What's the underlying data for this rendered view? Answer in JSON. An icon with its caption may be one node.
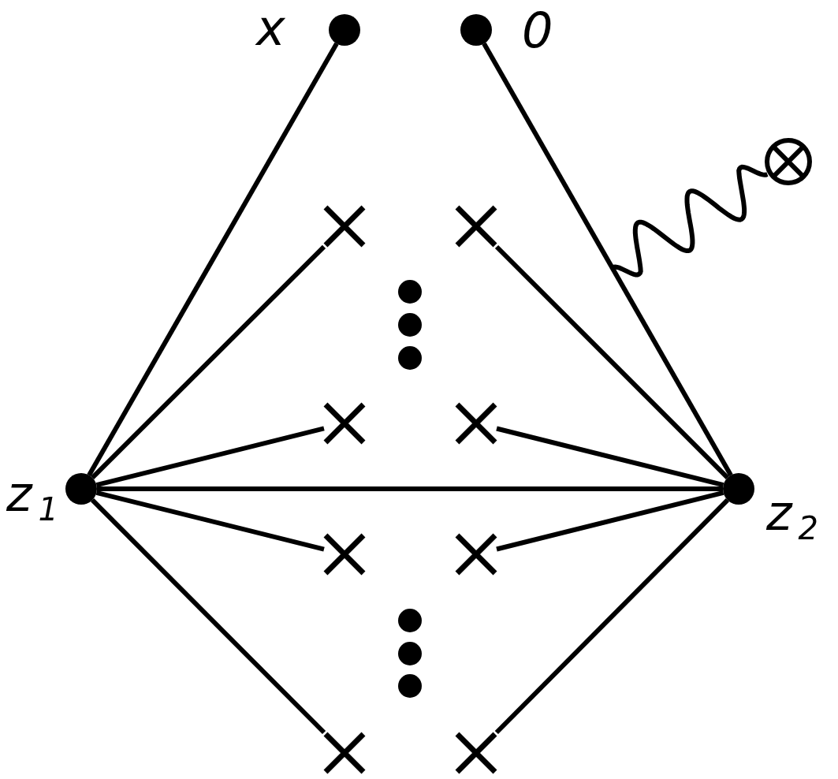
{
  "diagram": {
    "nodes": [
      {
        "text": [],
        "shape": "circle",
        "beside": [
          "x"
        ]
      },
      {
        "text": [],
        "shape": "circle",
        "beside": [
          "0"
        ]
      },
      {
        "text": [],
        "shape": "crossed-circle"
      },
      {
        "text": [],
        "shape": "cross"
      },
      {
        "text": [],
        "shape": "cross"
      },
      {
        "text": [],
        "shape": "cross"
      },
      {
        "text": [],
        "shape": "cross"
      },
      {
        "text": [],
        "shape": "circle",
        "beside": [
          "z$_{1}$"
        ]
      },
      {
        "text": [],
        "shape": "circle",
        "beside": [
          "z$_{2}$"
        ]
      },
      {
        "text": [],
        "shape": "cross"
      },
      {
        "text": [],
        "shape": "cross"
      },
      {
        "text": [],
        "shape": "cross"
      },
      {
        "text": [],
        "shape": "cross"
      }
    ],
    "edges": [
      {
        "from": 7,
        "to": 0,
        "arrow": "none"
      },
      {
        "from": 7,
        "to": 3,
        "arrow": "none"
      },
      {
        "from": 7,
        "to": 5,
        "arrow": "none"
      },
      {
        "from": 7,
        "to": 9,
        "arrow": "none"
      },
      {
        "from": 7,
        "to": 11,
        "arrow": "none"
      },
      {
        "from": 7,
        "to": 8,
        "arrow": "none"
      },
      {
        "from": 8,
        "to": 1,
        "arrow": "none"
      },
      {
        "from": 8,
        "to": 4,
        "arrow": "none"
      },
      {
        "from": 8,
        "to": 6,
        "arrow": "none"
      },
      {
        "from": 8,
        "to": 10,
        "arrow": "none"
      },
      {
        "from": 8,
        "to": 12,
        "arrow": "none"
      },
      {
        "from": 2,
        "to": null,
        "arrow": "none"
      }
    ]
  }
}
